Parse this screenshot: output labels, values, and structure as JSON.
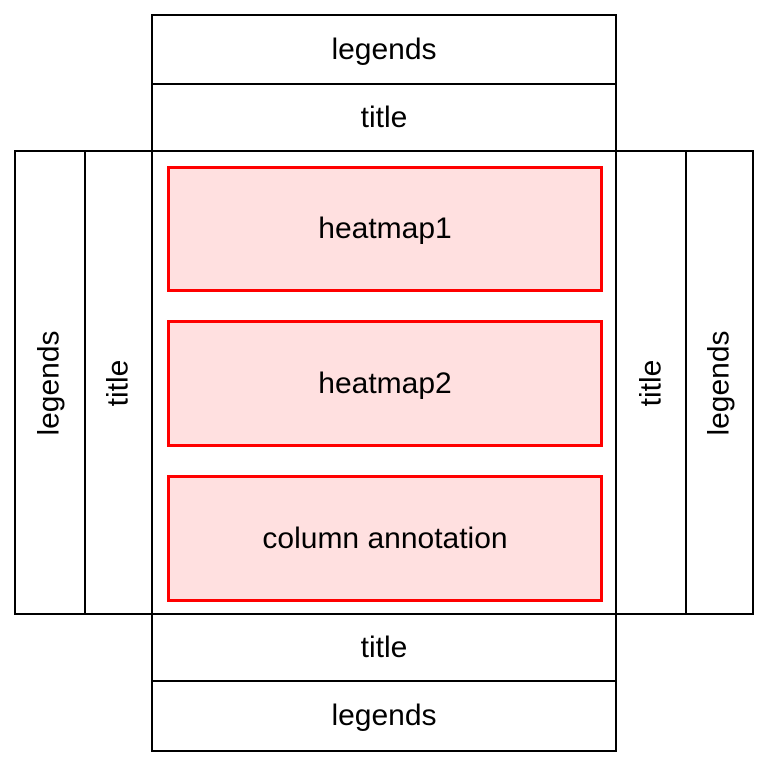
{
  "colors": {
    "background": "#ffffff",
    "line": "#000000",
    "text": "#000000",
    "highlight_border": "#ff0000",
    "highlight_fill": "#ffe0e0"
  },
  "top": {
    "legends": "legends",
    "title": "title"
  },
  "left": {
    "legends": "legends",
    "title": "title"
  },
  "right": {
    "title": "title",
    "legends": "legends"
  },
  "bottom": {
    "title": "title",
    "legends": "legends"
  },
  "center": {
    "components": [
      {
        "label": "heatmap1"
      },
      {
        "label": "heatmap2"
      },
      {
        "label": "column annotation"
      }
    ]
  }
}
